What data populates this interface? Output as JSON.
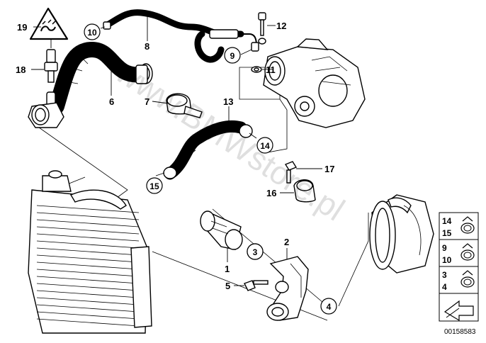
{
  "callouts": {
    "c1": "1",
    "c2": "2",
    "c3": "3",
    "c4": "4",
    "c5": "5",
    "c6": "6",
    "c7": "7",
    "c8": "8",
    "c9": "9",
    "c10": "10",
    "c11": "11",
    "c12": "12",
    "c13": "13",
    "c14": "14",
    "c15": "15",
    "c16": "16",
    "c17": "17",
    "c18": "18",
    "c19": "19"
  },
  "legend": {
    "a1": "14",
    "a2": "15",
    "b1": "9",
    "b2": "10",
    "c1": "3",
    "c2": "4"
  },
  "watermark": "www.BMWstore.pl",
  "doc_number": "00158583"
}
